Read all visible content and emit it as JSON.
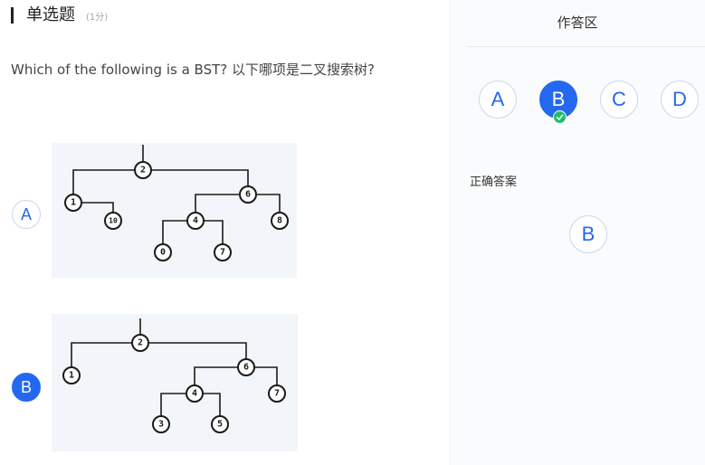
{
  "question": {
    "type_label": "单选题",
    "points_label": "(1分)",
    "text": "Which of the following is a BST? 以下哪项是二叉搜索树?"
  },
  "options": [
    {
      "label": "A",
      "selected": false,
      "tree_nodes": [
        "2",
        "1",
        "10",
        "6",
        "4",
        "8",
        "0",
        "7"
      ]
    },
    {
      "label": "B",
      "selected": true,
      "tree_nodes": [
        "2",
        "1",
        "6",
        "4",
        "7",
        "3",
        "5"
      ]
    }
  ],
  "answer_panel": {
    "title": "作答区",
    "choices": [
      "A",
      "B",
      "C",
      "D"
    ],
    "selected_choice": "B",
    "correct_label": "正确答案",
    "correct_answer": "B"
  },
  "colors": {
    "accent": "#2468f2",
    "check_green": "#1fbf6a",
    "tree_background": "#f2f6fa"
  },
  "icons": [
    "checkmark-icon"
  ]
}
